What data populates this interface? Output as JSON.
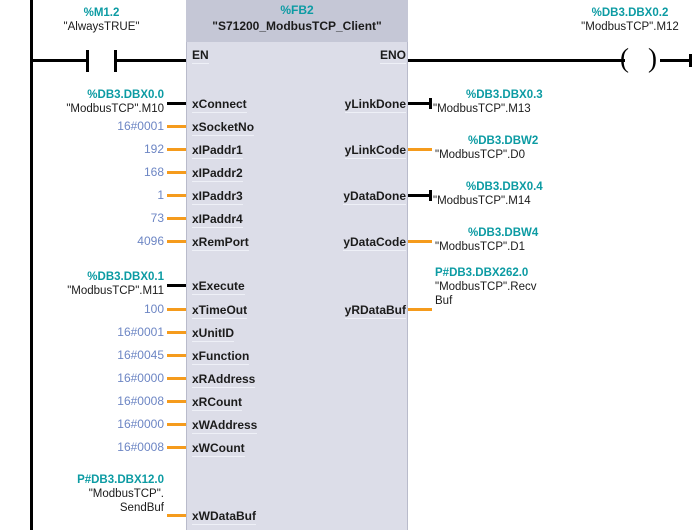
{
  "editor": {
    "language": "LAD",
    "block_kind": "function-block-call"
  },
  "colors": {
    "address_teal": "#0c9ba3",
    "constant_blue": "#6d86c4",
    "wire_orange": "#f59b1c",
    "wire_black": "#000000",
    "block_fill": "#dcdde8",
    "block_header_fill": "#c5c7d6",
    "text_black": "#1b1b1b"
  },
  "rung": {
    "contact": {
      "type": "normally-open-contact",
      "address": "%M1.2",
      "symbol": "\"AlwaysTRUE\""
    },
    "coil": {
      "type": "output-coil",
      "address": "%DB3.DBX0.2",
      "symbol": "\"ModbusTCP\".M12"
    }
  },
  "block": {
    "number": "%FB2",
    "name": "\"S71200_ModbusTCP_Client\"",
    "en_label": "EN",
    "eno_label": "ENO"
  },
  "inputs": [
    {
      "pin": "xConnect",
      "address": "%DB3.DBX0.0",
      "symbol": "\"ModbusTCP\".M10",
      "value": "",
      "wire": "black"
    },
    {
      "pin": "xSocketNo",
      "address": "",
      "symbol": "",
      "value": "16#0001",
      "wire": "orange"
    },
    {
      "pin": "xIPaddr1",
      "address": "",
      "symbol": "",
      "value": "192",
      "wire": "orange"
    },
    {
      "pin": "xIPaddr2",
      "address": "",
      "symbol": "",
      "value": "168",
      "wire": "orange"
    },
    {
      "pin": "xIPaddr3",
      "address": "",
      "symbol": "",
      "value": "1",
      "wire": "orange"
    },
    {
      "pin": "xIPaddr4",
      "address": "",
      "symbol": "",
      "value": "73",
      "wire": "orange"
    },
    {
      "pin": "xRemPort",
      "address": "",
      "symbol": "",
      "value": "4096",
      "wire": "orange"
    },
    {
      "pin": "xExecute",
      "address": "%DB3.DBX0.1",
      "symbol": "\"ModbusTCP\".M11",
      "value": "",
      "wire": "black"
    },
    {
      "pin": "xTimeOut",
      "address": "",
      "symbol": "",
      "value": "100",
      "wire": "orange"
    },
    {
      "pin": "xUnitID",
      "address": "",
      "symbol": "",
      "value": "16#0001",
      "wire": "orange"
    },
    {
      "pin": "xFunction",
      "address": "",
      "symbol": "",
      "value": "16#0045",
      "wire": "orange"
    },
    {
      "pin": "xRAddress",
      "address": "",
      "symbol": "",
      "value": "16#0000",
      "wire": "orange"
    },
    {
      "pin": "xRCount",
      "address": "",
      "symbol": "",
      "value": "16#0008",
      "wire": "orange"
    },
    {
      "pin": "xWAddress",
      "address": "",
      "symbol": "",
      "value": "16#0000",
      "wire": "orange"
    },
    {
      "pin": "xWCount",
      "address": "",
      "symbol": "",
      "value": "16#0008",
      "wire": "orange"
    },
    {
      "pin": "xWDataBuf",
      "address": "P#DB3.DBX12.0",
      "symbol": "\"ModbusTCP\".",
      "symbol2": "SendBuf",
      "value": "",
      "wire": "orange"
    }
  ],
  "outputs": [
    {
      "pin": "yLinkDone",
      "address": "%DB3.DBX0.3",
      "symbol": "\"ModbusTCP\".M13",
      "wire": "black"
    },
    {
      "pin": "yLinkCode",
      "address": "%DB3.DBW2",
      "symbol": "\"ModbusTCP\".D0",
      "wire": "orange"
    },
    {
      "pin": "yDataDone",
      "address": "%DB3.DBX0.4",
      "symbol": "\"ModbusTCP\".M14",
      "wire": "black"
    },
    {
      "pin": "yDataCode",
      "address": "%DB3.DBW4",
      "symbol": "\"ModbusTCP\".D1",
      "wire": "orange"
    },
    {
      "pin": "yRDataBuf",
      "address": "P#DB3.DBX262.0",
      "symbol": "\"ModbusTCP\".Recv",
      "symbol2": "Buf",
      "wire": "orange"
    }
  ]
}
